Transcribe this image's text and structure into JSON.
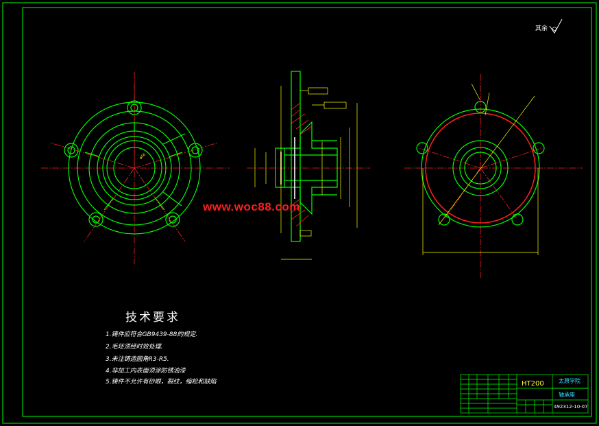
{
  "watermark": "www.woc88.com",
  "roughness_note": "其余",
  "tech_requirements": {
    "title": "技术要求",
    "items": [
      "1.铸件应符合GB9439-88的规定.",
      "2.毛坯须经时效处理.",
      "3.未注铸造圆角R3-R5.",
      "4.非加工内表面须涂防锈油漆",
      "5.铸件不允许有砂眼，裂纹，缩松和缺陷"
    ]
  },
  "title_block": {
    "material": "HT200",
    "school": "太原学院",
    "part_name": "轴承座",
    "drawing_number": "492312-10-07"
  },
  "colors": {
    "border": "#00ff00",
    "part_outline": "#00ff00",
    "centerline": "#ff2020",
    "dimension": "#ffff00",
    "hatch": "#ff2020",
    "thick_line": "#ffffff"
  }
}
